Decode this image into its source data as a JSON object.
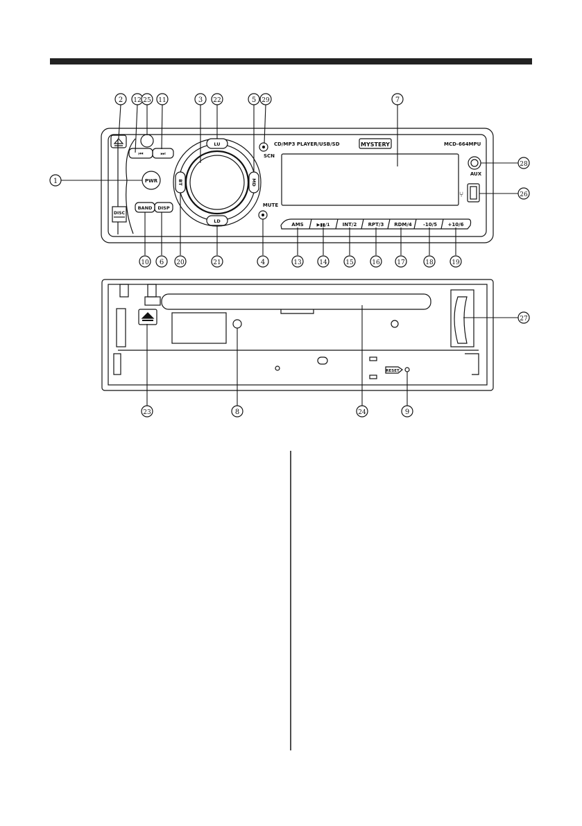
{
  "panel": {
    "product_line": "CD/MP3 PLAYER/USB/SD",
    "brand": "MYSTERY",
    "model": "MCD-664MPU",
    "scn_label": "SCN",
    "mute_label": "MUTE",
    "aux_label": "AUX",
    "pwr_label": "PWR",
    "band_label": "BAND",
    "disp_label": "DISP",
    "lu_label": "LU",
    "ld_label": "LD",
    "bt_label": "BT",
    "md_label": "MD",
    "buttons": {
      "ams": "AMS",
      "play": "▶▮▮/1",
      "int": "INT/2",
      "rpt": "RPT/3",
      "rdm": "RDM/4",
      "minus10": "-10/5",
      "plus10": "+10/6"
    }
  },
  "chassis": {
    "reset_label": "RESET"
  },
  "callouts": [
    "1",
    "2",
    "3",
    "4",
    "5",
    "6",
    "7",
    "8",
    "9",
    "10",
    "11",
    "12",
    "13",
    "14",
    "15",
    "16",
    "17",
    "18",
    "19",
    "20",
    "21",
    "22",
    "23",
    "24",
    "25",
    "26",
    "27",
    "28",
    "29"
  ],
  "colors": {
    "line": "#111111",
    "background": "#ffffff",
    "header_bar": "#222222"
  }
}
